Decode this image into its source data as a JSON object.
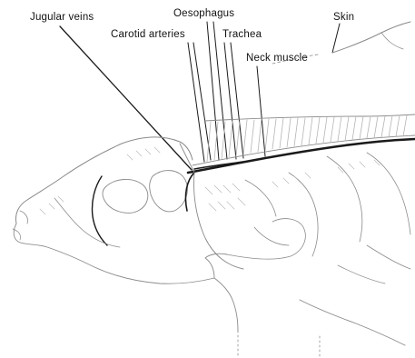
{
  "labels": {
    "jugular_veins": "Jugular veins",
    "oesophagus": "Oesophagus",
    "carotid_arteries": "Carotid arteries",
    "trachea": "Trachea",
    "skin": "Skin",
    "neck_muscle": "Neck muscle"
  }
}
